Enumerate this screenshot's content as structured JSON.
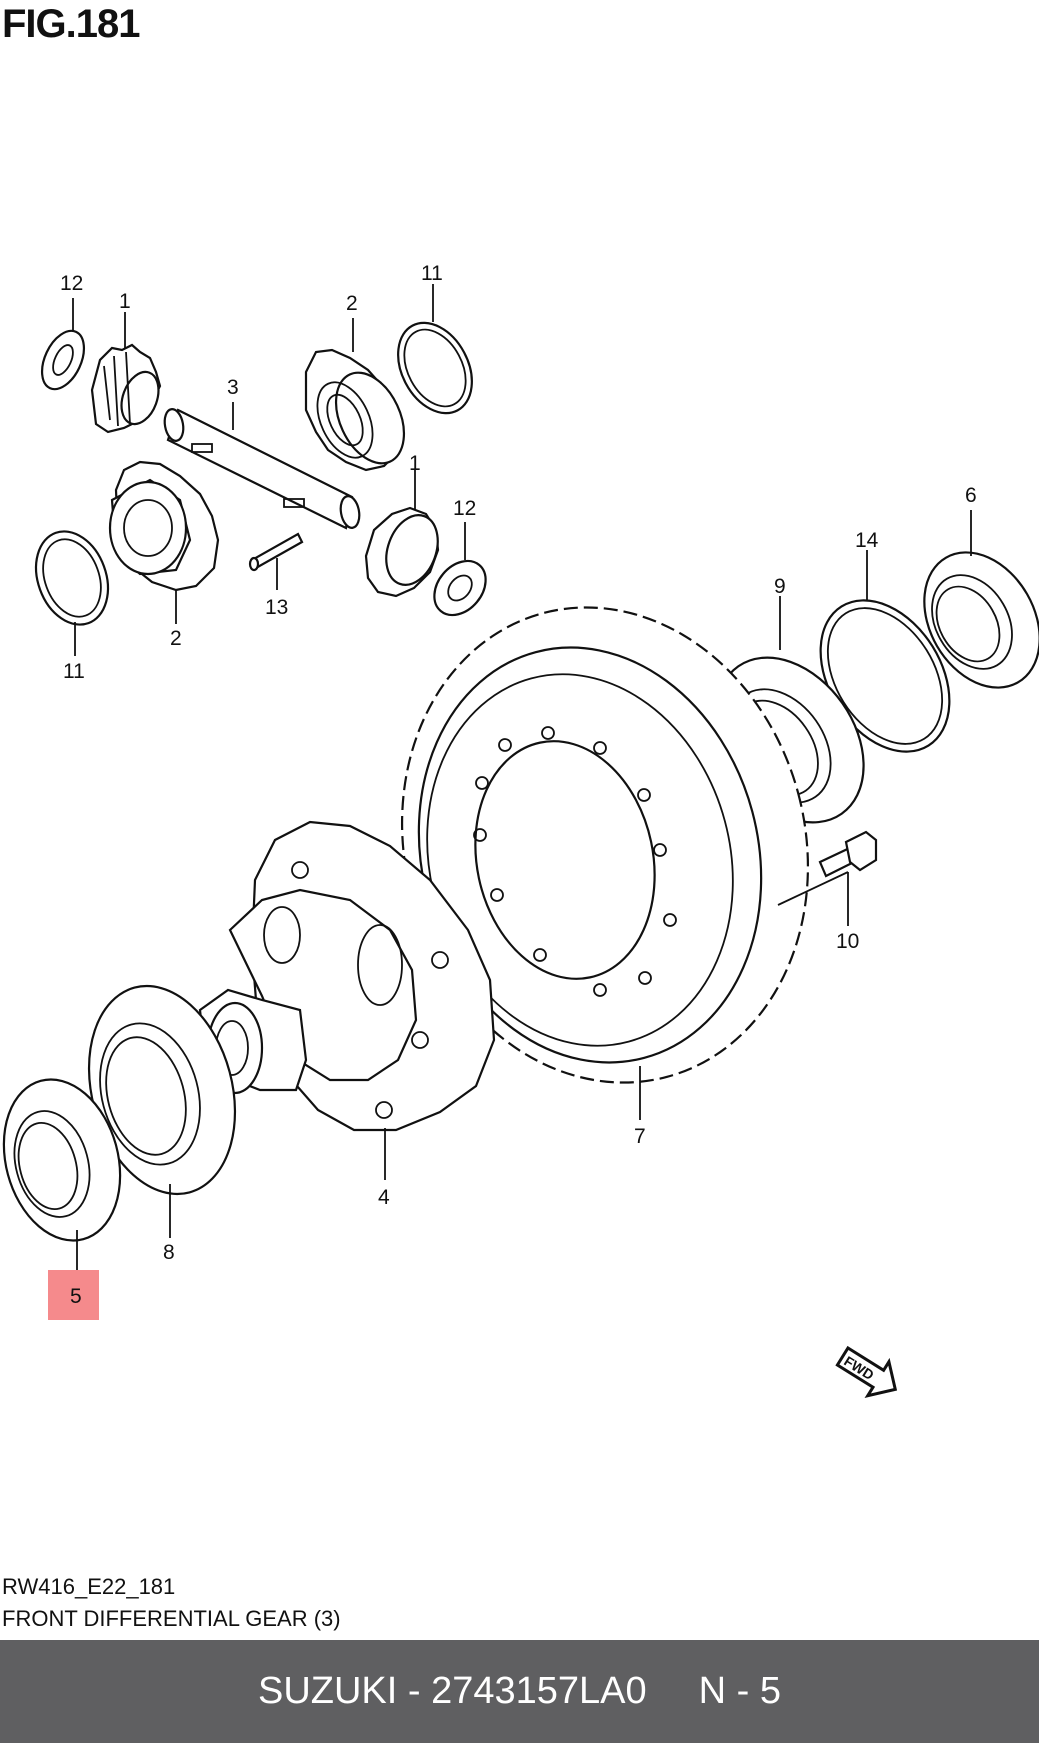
{
  "figure": {
    "title": "FIG.181",
    "code": "RW416_E22_181",
    "name": "FRONT DIFFERENTIAL GEAR (3)"
  },
  "callouts": [
    {
      "id": "c12a",
      "label": "12"
    },
    {
      "id": "c1a",
      "label": "1"
    },
    {
      "id": "c2a",
      "label": "2"
    },
    {
      "id": "c11a",
      "label": "11"
    },
    {
      "id": "c3",
      "label": "3"
    },
    {
      "id": "c1b",
      "label": "1"
    },
    {
      "id": "c12b",
      "label": "12"
    },
    {
      "id": "c13",
      "label": "13"
    },
    {
      "id": "c2b",
      "label": "2"
    },
    {
      "id": "c11b",
      "label": "11"
    },
    {
      "id": "c6",
      "label": "6"
    },
    {
      "id": "c14",
      "label": "14"
    },
    {
      "id": "c9",
      "label": "9"
    },
    {
      "id": "c10",
      "label": "10"
    },
    {
      "id": "c7",
      "label": "7"
    },
    {
      "id": "c4",
      "label": "4"
    },
    {
      "id": "c8",
      "label": "8"
    },
    {
      "id": "c5",
      "label": "5"
    }
  ],
  "highlight": {
    "label": "5",
    "color": "#f58a8c"
  },
  "fwd_badge": "FWD",
  "footer": {
    "brand_part": "SUZUKI - 2743157LA0",
    "position": "N - 5"
  }
}
